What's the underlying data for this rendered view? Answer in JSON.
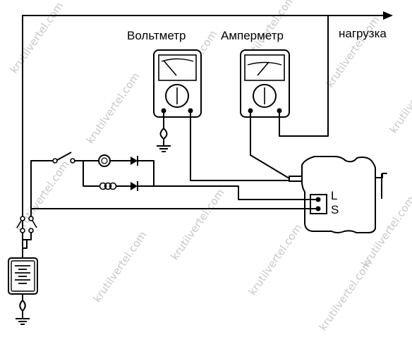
{
  "labels": {
    "voltmeter": "Вольтметр",
    "ammeter": "Амперметр",
    "load": "нагрузка",
    "terminal_l": "L",
    "terminal_s": "S"
  },
  "watermark": "krutilvertel.com",
  "colors": {
    "ink": "#000000",
    "background": "#ffffff",
    "watermark": "#c8c8c8"
  }
}
